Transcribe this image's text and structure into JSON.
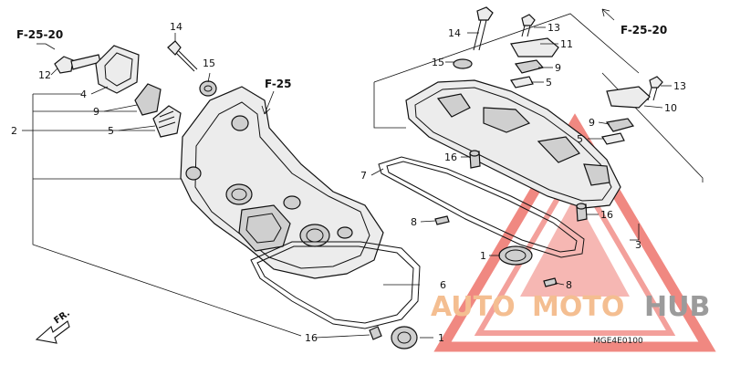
{
  "refs": {
    "f2520_left": "F-25-20",
    "f2520_right": "F-25-20",
    "f25": "F-25"
  },
  "left_callouts": {
    "n12": "12",
    "n4": "4",
    "n9": "9",
    "n5": "5",
    "n2": "2",
    "n14": "14",
    "n15": "15",
    "n6": "6",
    "n16": "16",
    "n1": "1"
  },
  "right_callouts": {
    "n14": "14",
    "n13a": "13",
    "n11": "11",
    "n15": "15",
    "n9a": "9",
    "n5a": "5",
    "n13b": "13",
    "n10": "10",
    "n9b": "9",
    "n5b": "5",
    "n16a": "16",
    "n7": "7",
    "n8a": "8",
    "n16b": "16",
    "n3": "3",
    "n1": "1",
    "n8b": "8"
  },
  "direction_label": "FR.",
  "drawing_code": "MGE4E0100",
  "watermark": {
    "auto": "AUTO",
    "moto": "MOTO",
    "hub": "HUB",
    "triangle_color": "#e8443a",
    "text_color": "#f3b37e",
    "hub_color": "#8a8a8a"
  }
}
